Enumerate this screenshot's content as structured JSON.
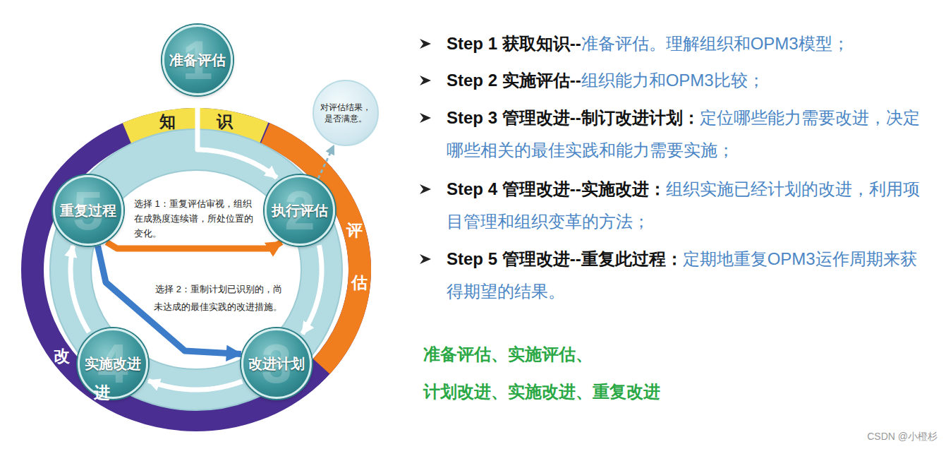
{
  "diagram": {
    "nodes": [
      {
        "text": [
          "准备评估",
          "1"
        ]
      },
      {
        "text": [
          "执行评估",
          "2"
        ]
      },
      {
        "text": [
          "改进计划",
          "3"
        ]
      },
      {
        "text": [
          "实施改进",
          "4"
        ]
      },
      {
        "text": [
          "重复过程",
          "5"
        ]
      },
      {
        "text": [
          "对评估结果，是否满意。"
        ]
      }
    ],
    "edges": [
      {
        "from": 0,
        "to": 1,
        "arrow": "to"
      },
      {
        "from": 1,
        "to": 2,
        "arrow": "to"
      },
      {
        "from": 2,
        "to": 3,
        "arrow": "to"
      },
      {
        "from": 3,
        "to": 4,
        "arrow": "to"
      },
      {
        "from": 4,
        "to": 1,
        "arrow": "to"
      },
      {
        "from": 4,
        "to": 2,
        "arrow": "to"
      },
      {
        "from": 1,
        "to": 5,
        "arrow": "to"
      }
    ],
    "labels": [
      "知",
      "识",
      "评",
      "估",
      "改",
      "进",
      "选择 1：重复评估审视，组织在成熟度连续谱，所处位置的变化。",
      "选择 2：重制计划已识别的，尚未达成的最佳实践的改进措施。",
      "Step 1 获取知识--",
      "准备评估。理解组织和OPM3模型；",
      "Step 2 实施评估--",
      "组织能力和OPM3比较；",
      "Step 3 管理改进--制订改进计划：",
      "定位哪些能力需要改进，决定哪些相关的最佳实践和能力需要实施；",
      "Step 4 管理改进--实施改进：",
      "组织实施已经计划的改进，利用项目管理和组织变革的方法；",
      "Step 5 管理改进--重复此过程：",
      "定期地重复OPM3运作周期来获得期望的结果。",
      "准备评估、实施评估、",
      "计划改进、实施改进、重复改进",
      "CSDN @小橙杉"
    ]
  }
}
